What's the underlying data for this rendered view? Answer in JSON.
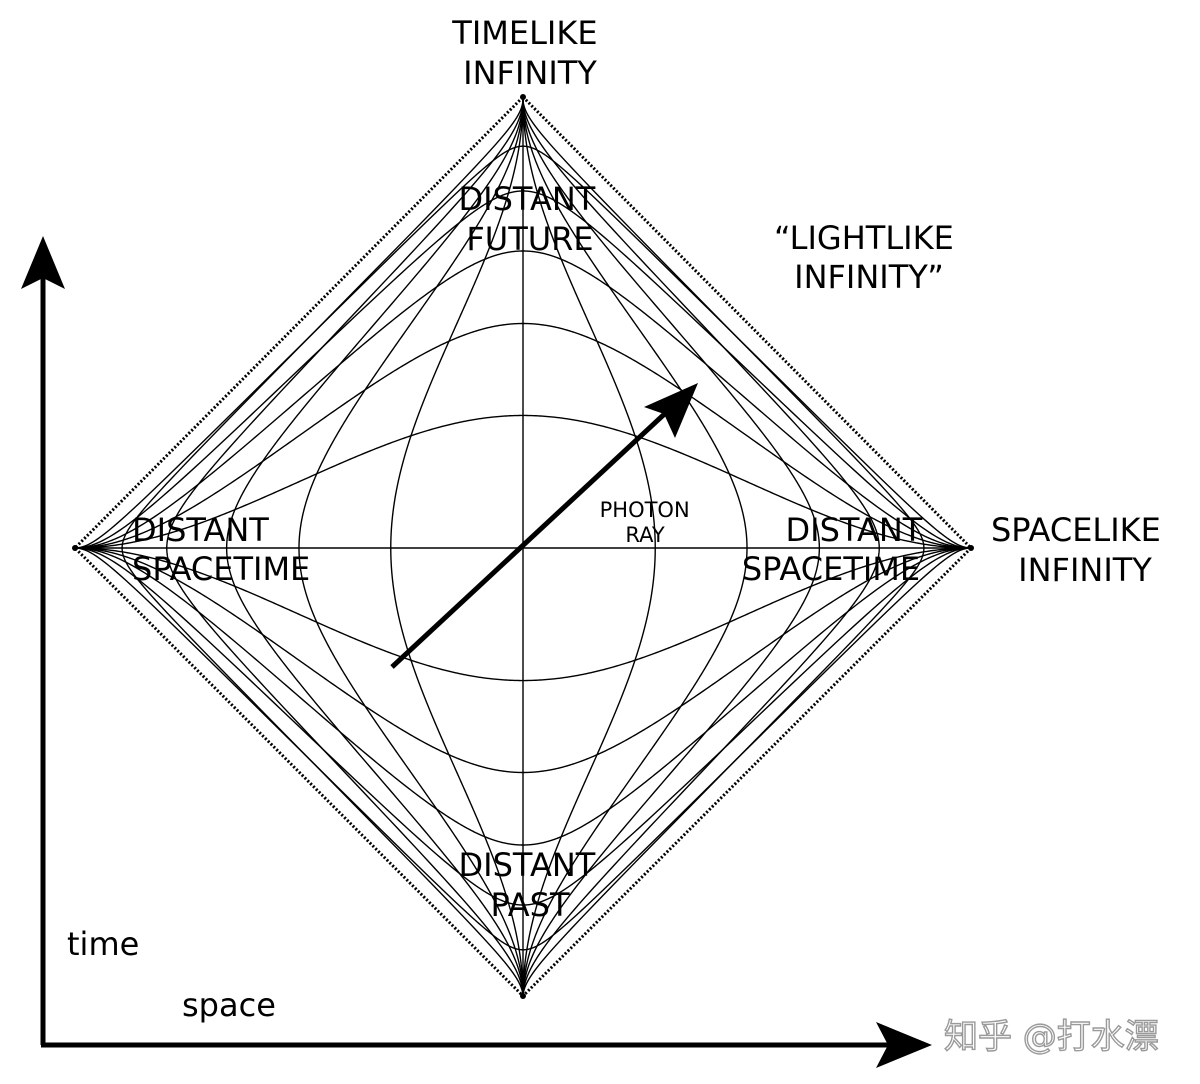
{
  "labels": {
    "timelike_infinity": [
      "TIMELIKE",
      "INFINITY"
    ],
    "distant_future": [
      "DISTANT",
      "FUTURE"
    ],
    "lightlike_infinity": [
      "“LIGHTLIKE",
      "INFINITY”"
    ],
    "spacelike_infinity": [
      "SPACELIKE",
      "INFINITY"
    ],
    "distant_spacetime_left": [
      "DISTANT",
      "SPACETIME"
    ],
    "distant_spacetime_right": [
      "DISTANT",
      "SPACETIME"
    ],
    "photon_ray": [
      "PHOTON",
      "RAY"
    ],
    "distant_past": [
      "DISTANT",
      "PAST"
    ],
    "time_axis": "time",
    "space_axis": "space"
  },
  "watermark": "知乎 @打水漂",
  "colors": {
    "ink": "#000000",
    "background": "#ffffff",
    "watermark": "#9a9a9a"
  }
}
